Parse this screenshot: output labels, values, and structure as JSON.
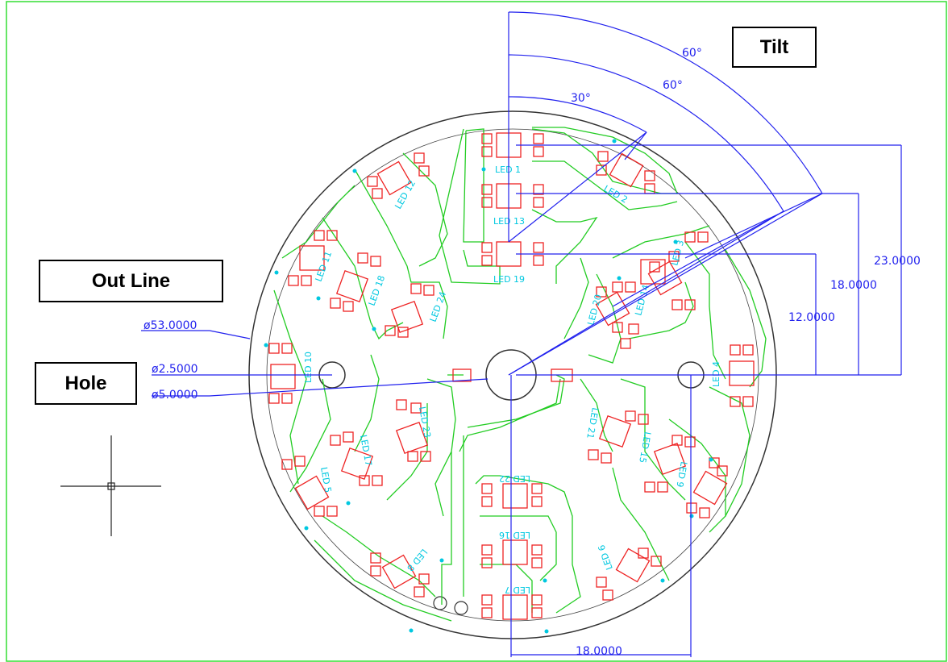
{
  "callouts": {
    "tilt": "Tilt",
    "outline": "Out Line",
    "hole": "Hole"
  },
  "dimensions": {
    "outline_dia": "ø53.0000",
    "hole_small": "ø2.5000",
    "hole_large": "ø5.0000",
    "h23": "23.0000",
    "h18": "18.0000",
    "h12": "12.0000",
    "bottom18": "18.0000",
    "angle30": "30°",
    "angle60a": "60°",
    "angle60b": "60°"
  },
  "leds": [
    "LED 1",
    "LED 2",
    "LED 3",
    "LED 4",
    "LED 5",
    "LED 6",
    "LED 7",
    "LED 8",
    "LED 9",
    "LED 10",
    "LED 11",
    "LED 12",
    "LED 13",
    "LED 14",
    "LED 15",
    "LED 16",
    "LED 17",
    "LED 18",
    "LED 19",
    "LED 20",
    "LED 21",
    "LED 22",
    "LED 23",
    "LED 24"
  ],
  "colors": {
    "frame": "#33dd33",
    "outline": "#333333",
    "traces": "#22cc22",
    "pads": "#ee2222",
    "dimensions": "#2222ee",
    "labels": "#00c8e0"
  }
}
